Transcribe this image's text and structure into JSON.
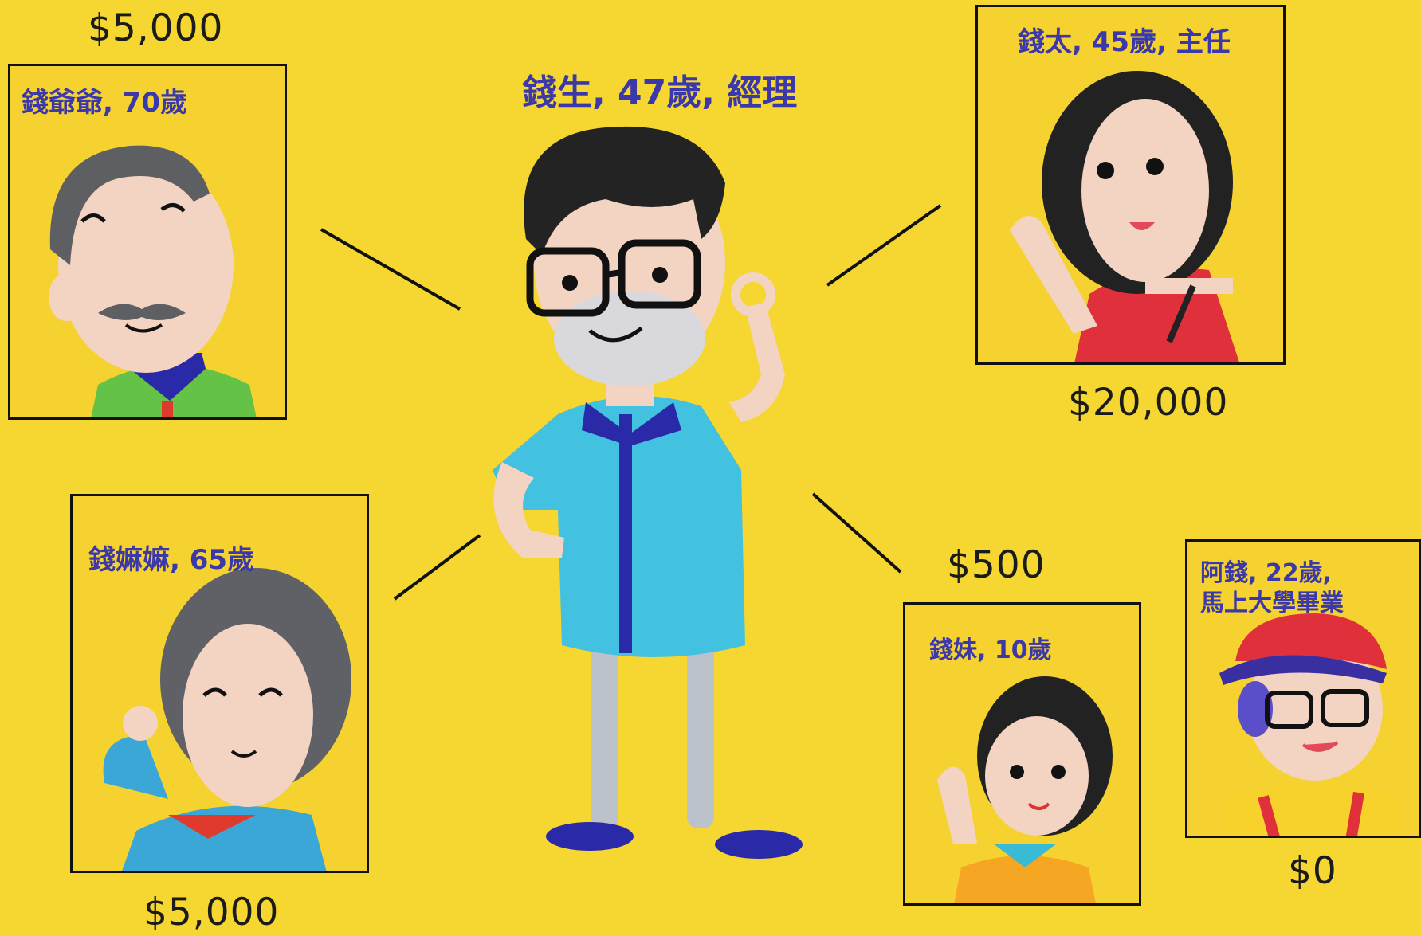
{
  "center": {
    "name": "錢生, 47歲, 經理"
  },
  "members": [
    {
      "id": "grandpa",
      "name": "錢爺爺, 70歲",
      "amount": "$5,000"
    },
    {
      "id": "wife",
      "name": "錢太, 45歲, 主任",
      "amount": "$20,000"
    },
    {
      "id": "grandma",
      "name": "錢嫲嫲, 65歲",
      "amount": "$5,000"
    },
    {
      "id": "sister",
      "name": "錢妹, 10歲",
      "amount": "$500"
    },
    {
      "id": "son",
      "name_line1": "阿錢, 22歲,",
      "name_line2": "馬上大學畢業",
      "amount": "$0"
    }
  ],
  "colors": {
    "background": "#F6D630",
    "name_text": "#3B39A9"
  }
}
